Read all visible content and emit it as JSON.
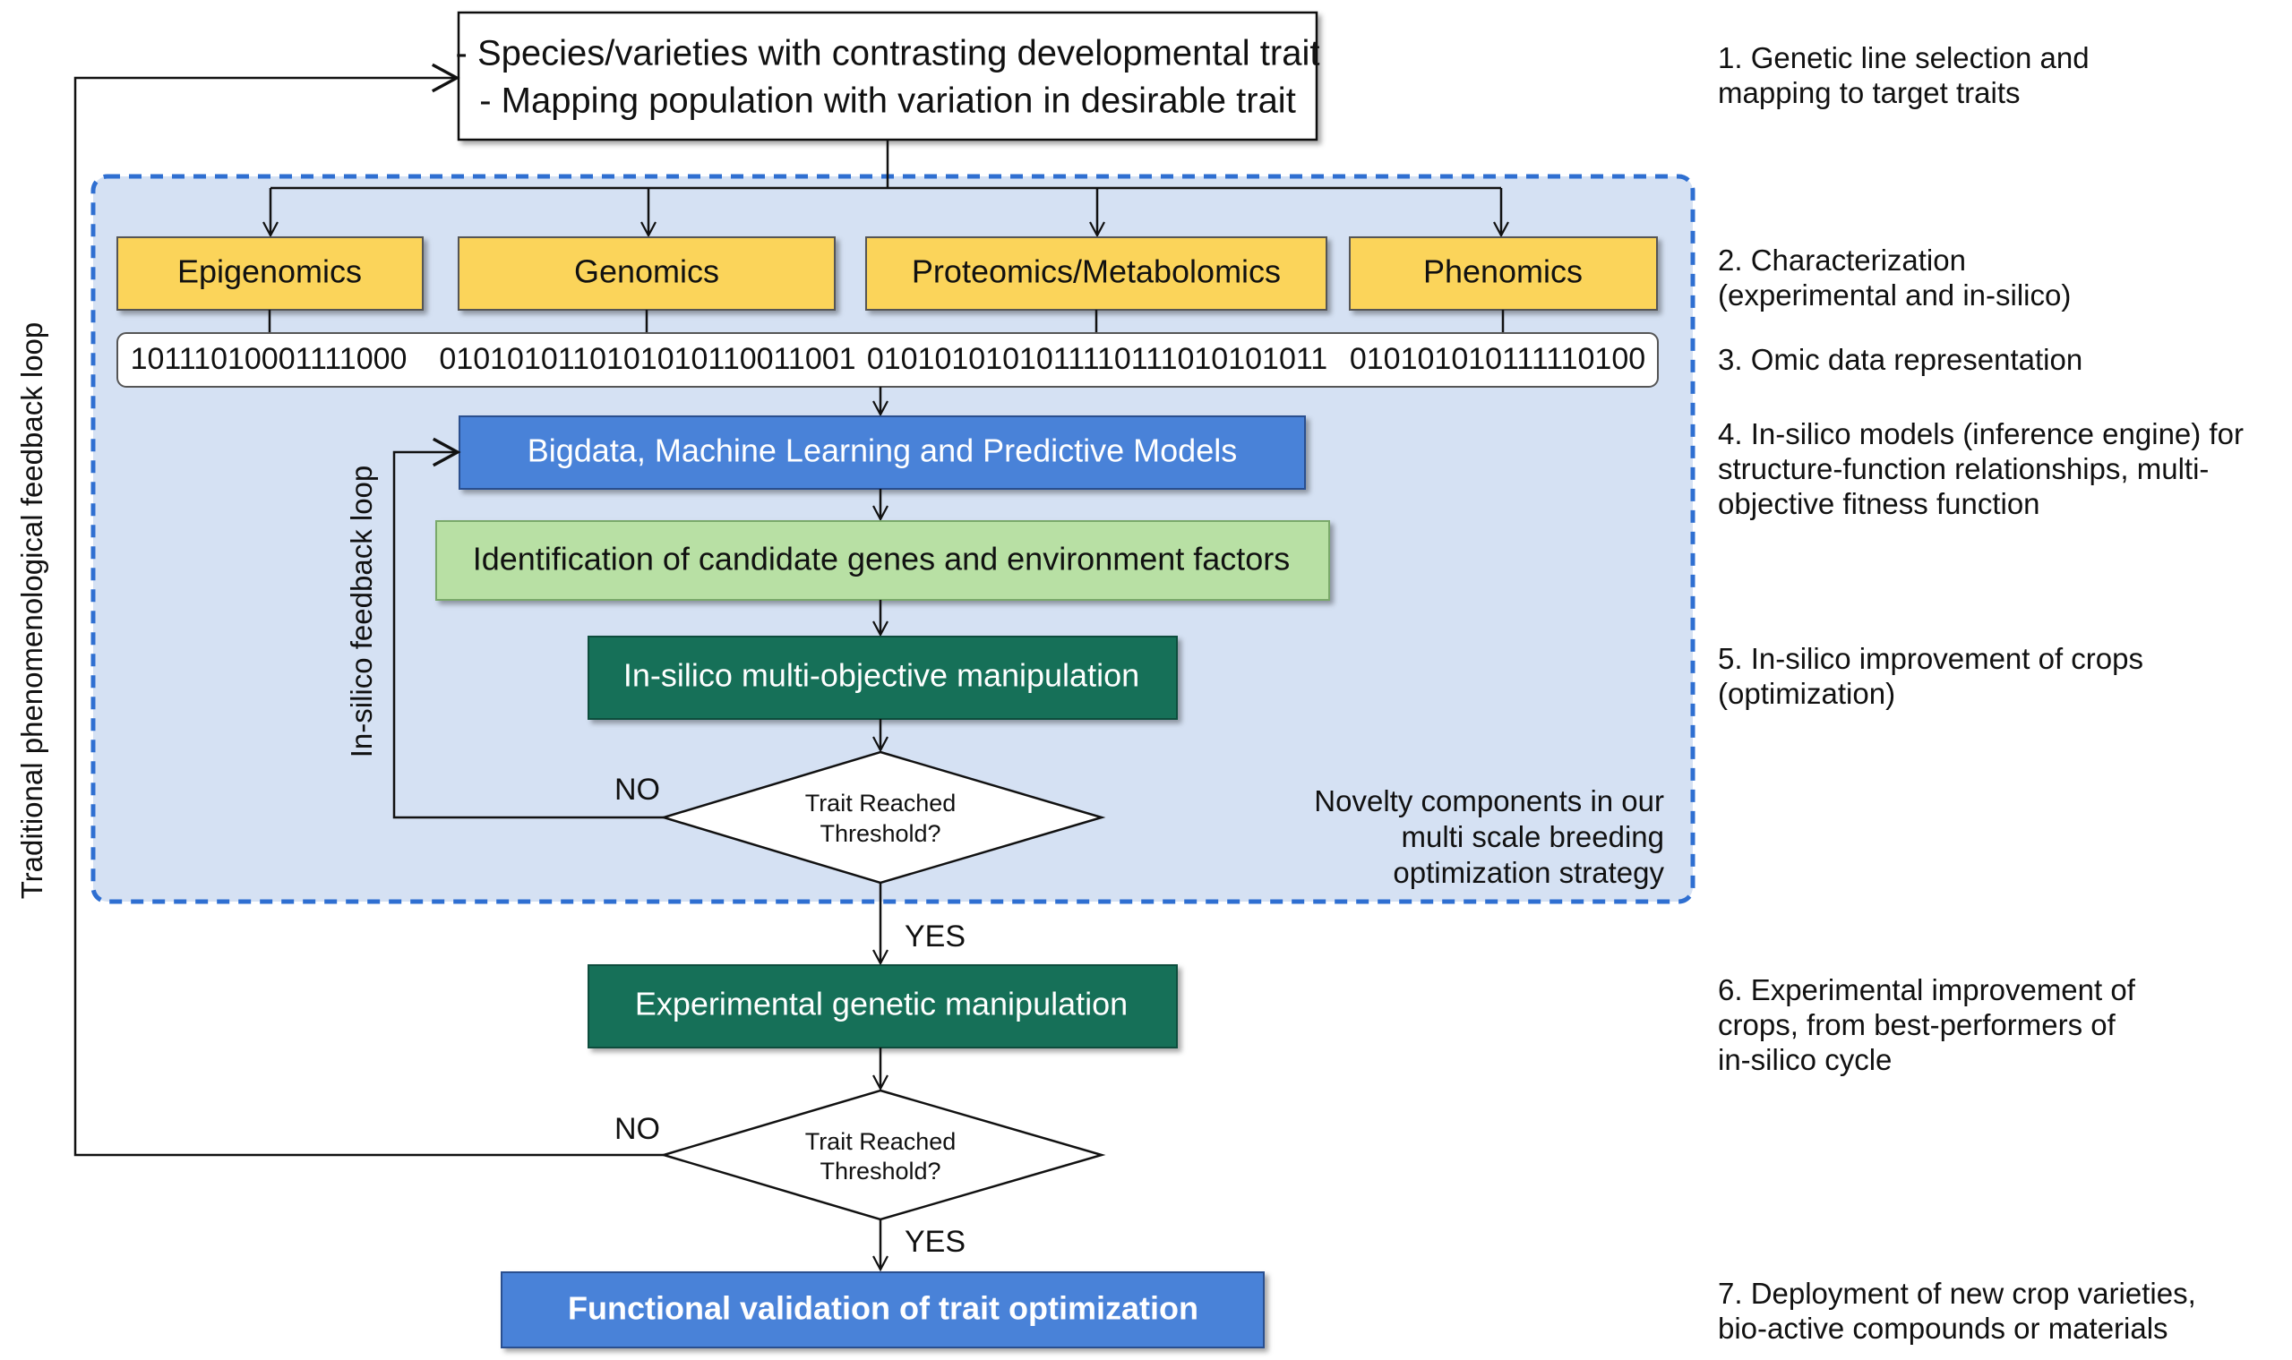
{
  "top_box": {
    "line1": "- Species/varieties with contrasting developmental trait",
    "line2": "- Mapping population with variation in desirable trait"
  },
  "omics": {
    "epigenomics": "Epigenomics",
    "genomics": "Genomics",
    "proteomics": "Proteomics/Metabolomics",
    "phenomics": "Phenomics"
  },
  "binary": {
    "epigenomics": "10111010001111000",
    "genomics": "0101010110101010110011001",
    "proteomics": "0101010101011110111010101011",
    "phenomics": "010101010111110100"
  },
  "bigdata_box": "Bigdata, Machine Learning and Predictive Models",
  "candidate_box": "Identification of candidate genes and environment factors",
  "insilico_box": "In-silico multi-objective manipulation",
  "decision1": {
    "line1": "Trait Reached",
    "line2": "Threshold?"
  },
  "decision2": {
    "line1": "Trait Reached",
    "line2": "Threshold?"
  },
  "labels": {
    "no1": "NO",
    "yes1": "YES",
    "no2": "NO",
    "yes2": "YES",
    "insilico_loop": "In-silico feedback loop",
    "traditional_loop": "Traditional phenomenological feedback loop"
  },
  "novelty": {
    "line1": "Novelty components in our",
    "line2": "multi scale breeding",
    "line3": "optimization strategy"
  },
  "experimental_box": "Experimental genetic manipulation",
  "final_box": "Functional validation of trait optimization",
  "steps": [
    {
      "line1": "1. Genetic line selection and",
      "line2": "mapping to target traits",
      "line3": ""
    },
    {
      "line1": "2. Characterization",
      "line2": "(experimental and in-silico)",
      "line3": ""
    },
    {
      "line1": "3. Omic data representation",
      "line2": "",
      "line3": ""
    },
    {
      "line1": "4. In-silico models (inference engine) for",
      "line2": "structure-function relationships, multi-",
      "line3": "objective fitness function"
    },
    {
      "line1": "5. In-silico improvement of crops",
      "line2": "(optimization)",
      "line3": ""
    },
    {
      "line1": "6. Experimental improvement of",
      "line2": "crops, from best-performers of",
      "line3": "in-silico cycle"
    },
    {
      "line1": "7. Deployment of new crop varieties,",
      "line2": "bio-active compounds or materials",
      "line3": ""
    }
  ],
  "colors": {
    "panel_fill": "#d5e1f3",
    "panel_border": "#2f6fd1",
    "omics_fill": "#fbd45a",
    "blue_box": "#4a82d8",
    "green_light": "#b8e0a4",
    "green_dark": "#127059"
  }
}
